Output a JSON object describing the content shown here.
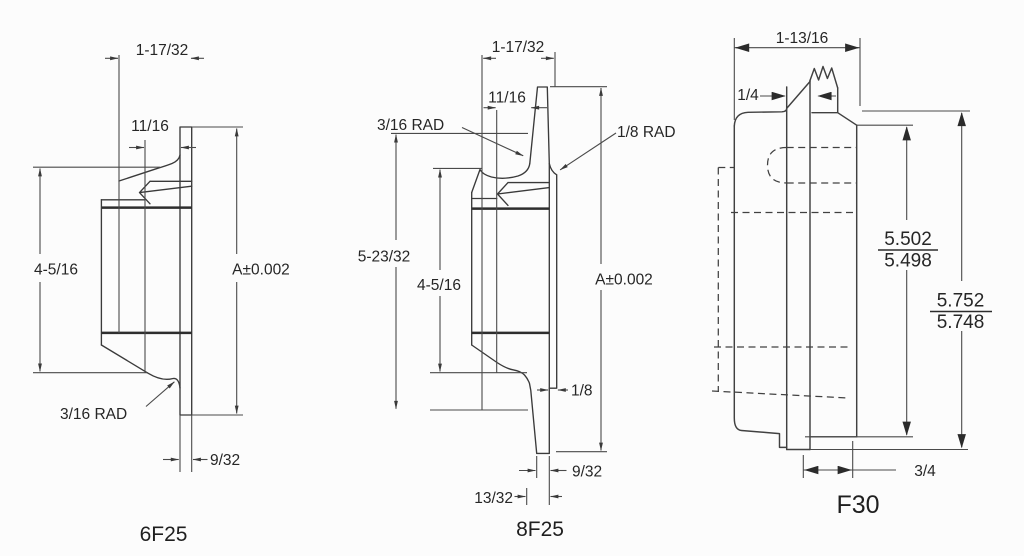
{
  "colors": {
    "background": "#fcfcfc",
    "line": "#3a3a3a",
    "text": "#262626"
  },
  "figures": [
    {
      "id": "6F25",
      "label": "6F25",
      "dims": {
        "top_width": "1-17/32",
        "flange_offset": "11/16",
        "hub_diameter": "4-5/16",
        "axial_length": "A±0.002",
        "fillet_radius": "3/16 RAD",
        "plate_thickness": "9/32"
      }
    },
    {
      "id": "8F25",
      "label": "8F25",
      "dims": {
        "top_width": "1-17/32",
        "flange_offset": "11/16",
        "fillet_radius_left": "3/16 RAD",
        "fillet_radius_right": "1/8 RAD",
        "overall_height": "5-23/32",
        "hub_diameter": "4-5/16",
        "axial_length": "A±0.002",
        "lip_thickness": "1/8",
        "plate_thickness": "9/32",
        "plate_base_thickness": "13/32"
      }
    },
    {
      "id": "F30",
      "label": "F30",
      "dims": {
        "top_width": "1-13/16",
        "key_offset": "1/4",
        "bore_limit_high": "5.502",
        "bore_limit_low": "5.498",
        "od_limit_high": "5.752",
        "od_limit_low": "5.748",
        "base_width": "3/4"
      }
    }
  ]
}
